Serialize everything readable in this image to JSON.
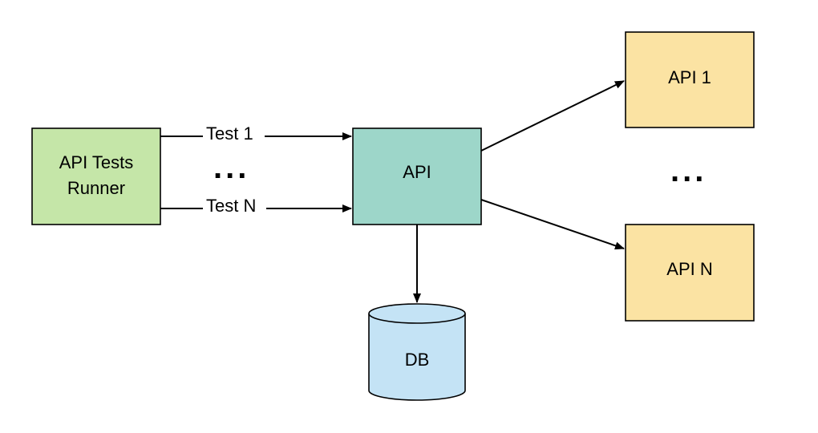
{
  "nodes": {
    "runner": {
      "line1": "API Tests",
      "line2": "Runner",
      "fill": "#c5e6a8"
    },
    "api": {
      "label": "API",
      "fill": "#9dd6c9"
    },
    "api1": {
      "label": "API 1",
      "fill": "#fbe3a3"
    },
    "apiN": {
      "label": "API N",
      "fill": "#fbe3a3"
    },
    "db": {
      "label": "DB",
      "fill": "#c4e3f5"
    }
  },
  "edges": {
    "test1": "Test 1",
    "testN": "Test N"
  },
  "ellipsis": {
    "tests": "...",
    "apis": "..."
  }
}
